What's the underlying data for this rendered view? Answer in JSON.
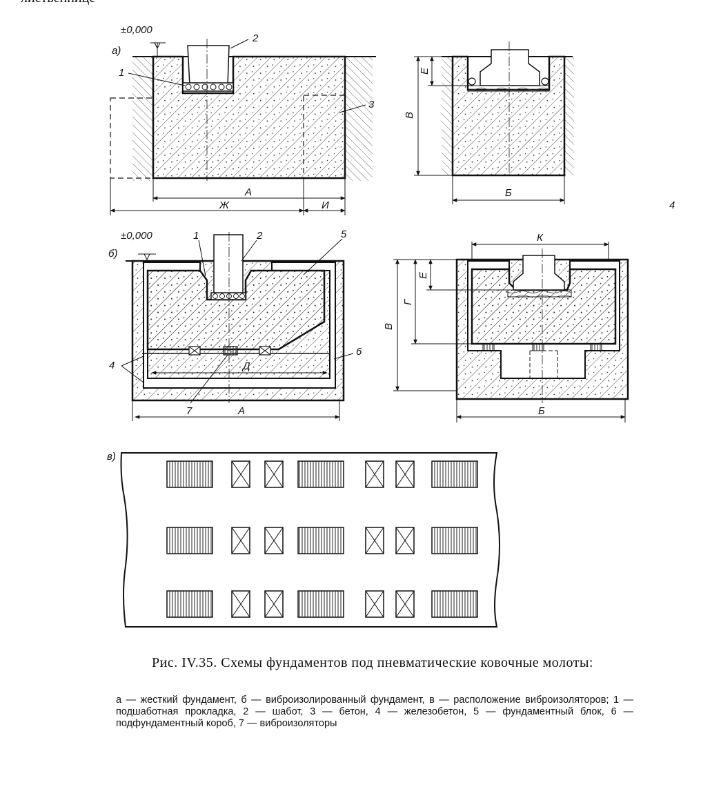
{
  "top_fragment": "лиственнице",
  "levels": {
    "zero_a": "±0,000",
    "zero_b": "±0,000"
  },
  "panels": {
    "a": "а)",
    "b": "б)",
    "c": "в)"
  },
  "callouts": {
    "a_1": "1",
    "a_2": "2",
    "a_3": "3",
    "b_1": "1",
    "b_2": "2",
    "b_5": "5",
    "b_4": "4",
    "b_6": "6",
    "b_7": "7"
  },
  "dimensions": {
    "a_A": "А",
    "a_Zh": "Ж",
    "a_I": "И",
    "a_B": "Б",
    "a_V": "В",
    "a_E": "Е",
    "b_A": "А",
    "b_D": "Д",
    "b_B": "Б",
    "b_V": "В",
    "b_G": "Г",
    "b_E": "Е",
    "b_K": "К"
  },
  "stray_mark": "4",
  "layout_c": {
    "rows": 3,
    "sequence": [
      "block",
      "x",
      "x",
      "block",
      "x",
      "x",
      "block"
    ]
  },
  "caption": {
    "title": "Рис. IV.35. Схемы фундаментов под пневматические ковочные молоты:",
    "legend": "а — жесткий фундамент, б — виброизолированный фундамент, в — расположение виброизоляторов; 1 — подшаботная прокладка, 2 — шабот, 3 — бетон, 4 — железобетон, 5 — фундаментный блок, 6 — подфундаментный короб, 7 — виброизоляторы"
  }
}
